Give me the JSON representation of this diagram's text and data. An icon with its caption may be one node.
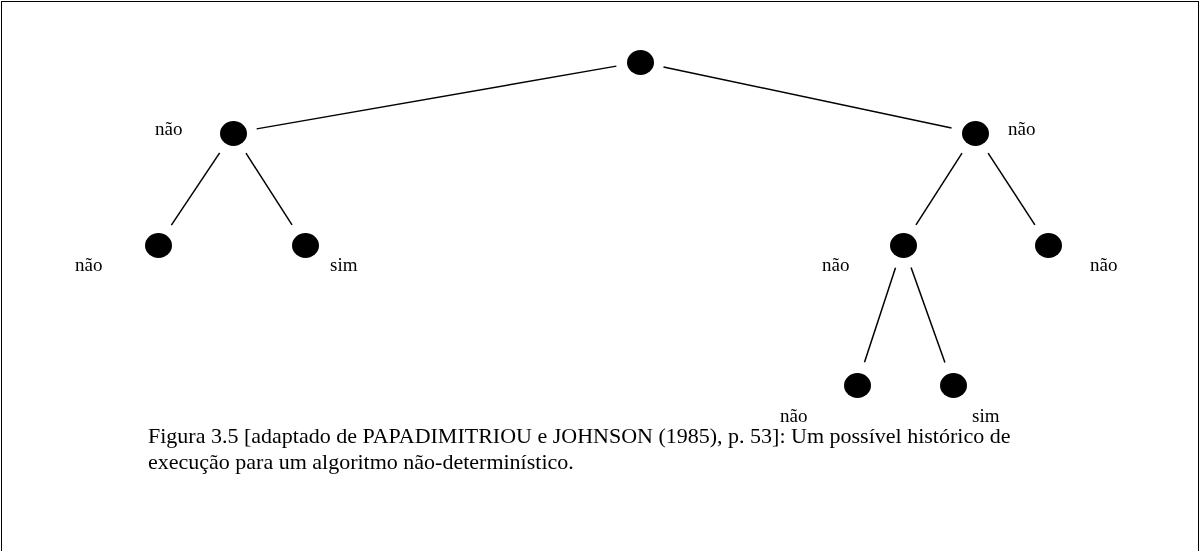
{
  "diagram": {
    "caption": "Figura 3.5 [adaptado de PAPADIMITRIOU e JOHNSON (1985), p. 53]: Um possível histórico de execução para um algoritmo não-determinístico.",
    "nodes": [
      {
        "text": [],
        "shape": "circle"
      },
      {
        "text": [],
        "shape": "circle",
        "beside": [
          "não"
        ]
      },
      {
        "text": [],
        "shape": "circle",
        "beside": [
          "não"
        ]
      },
      {
        "text": [],
        "shape": "circle",
        "beside": [
          "não"
        ]
      },
      {
        "text": [],
        "shape": "circle",
        "beside": [
          "sim"
        ]
      },
      {
        "text": [],
        "shape": "circle",
        "beside": [
          "não"
        ]
      },
      {
        "text": [],
        "shape": "circle",
        "beside": [
          "não"
        ]
      },
      {
        "text": [],
        "shape": "circle",
        "beside": [
          "não"
        ]
      },
      {
        "text": [],
        "shape": "circle",
        "beside": [
          "sim"
        ]
      }
    ],
    "edges": [
      {
        "from": 0,
        "to": 1,
        "arrow": "none"
      },
      {
        "from": 0,
        "to": 2,
        "arrow": "none"
      },
      {
        "from": 1,
        "to": 3,
        "arrow": "none"
      },
      {
        "from": 1,
        "to": 4,
        "arrow": "none"
      },
      {
        "from": 2,
        "to": 5,
        "arrow": "none"
      },
      {
        "from": 2,
        "to": 6,
        "arrow": "none"
      },
      {
        "from": 5,
        "to": 7,
        "arrow": "none"
      },
      {
        "from": 5,
        "to": 8,
        "arrow": "none"
      }
    ]
  }
}
